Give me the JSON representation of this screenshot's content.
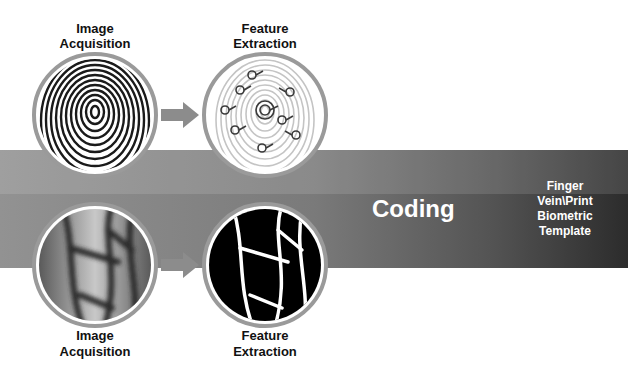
{
  "diagram": {
    "nodes": [
      {
        "text": [
          "Image Acquisition"
        ]
      },
      {
        "text": [
          "Feature Extraction"
        ]
      },
      {
        "text": [
          "Coding"
        ]
      },
      {
        "text": [
          "Finger Vein\\Print Biometric Template"
        ],
        "in": 2
      },
      {
        "text": [
          "Image Acquisition"
        ]
      },
      {
        "text": [
          "Feature Extraction"
        ]
      }
    ],
    "edges": [
      {
        "from": 0,
        "to": 1,
        "arrow": "to"
      },
      {
        "from": 4,
        "to": 5,
        "arrow": "to"
      }
    ]
  }
}
